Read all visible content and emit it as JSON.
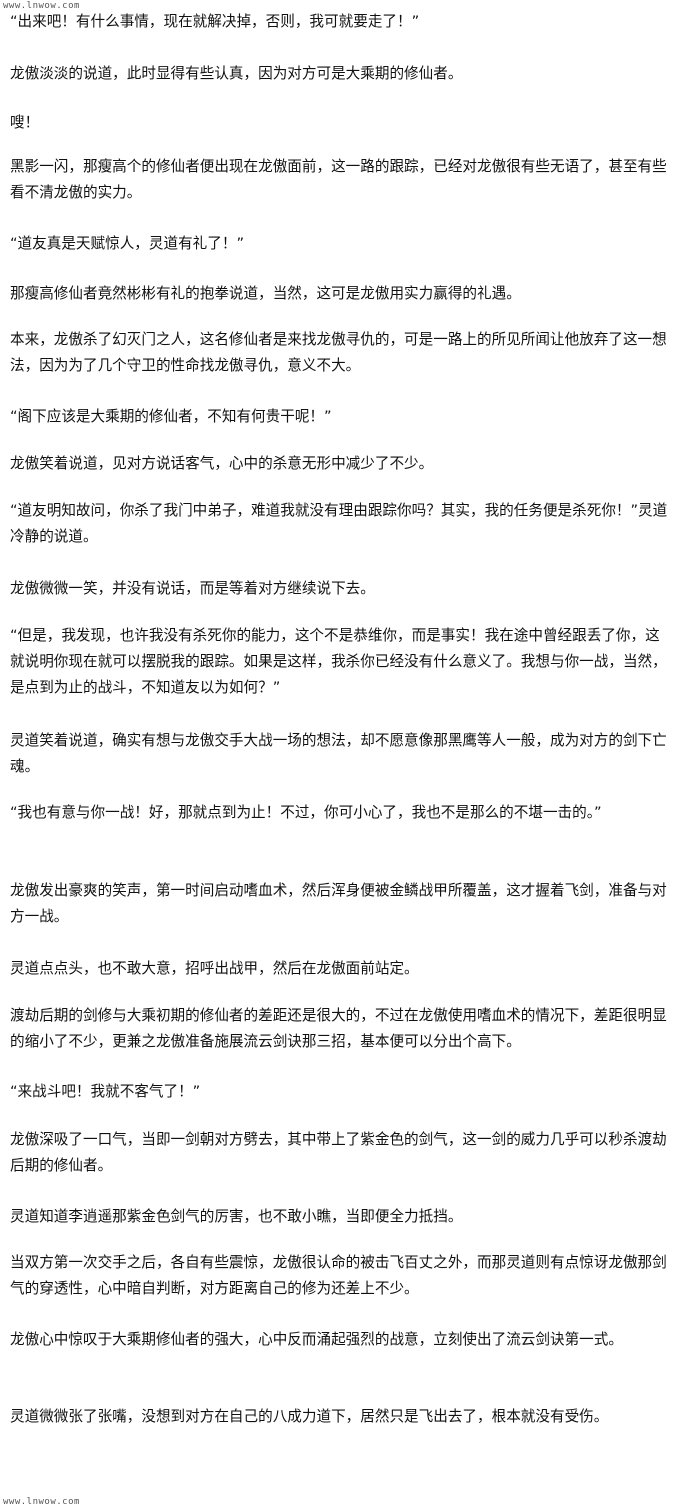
{
  "site": {
    "top_mark": "www.lnwow.com",
    "bottom_mark": "www.lnwow.com"
  },
  "paragraphs": [
    {
      "id": "p1",
      "text": "        “出来吧！有什么事情，现在就解决掉，否则，我可就要走了！”"
    },
    {
      "id": "p2",
      "text": "        龙傲淡淡的说道，此时显得有些认真，因为对方可是大乘期的修仙者。"
    },
    {
      "id": "p3",
      "text": "            嗖！"
    },
    {
      "id": "p4",
      "text": "        黑影一闪，那瘦高个的修仙者便出现在龙傲面前，这一路的跟踪，已经对龙傲很有些无语了，甚至有些看不清龙傲的实力。"
    },
    {
      "id": "p5",
      "text": "        “道友真是天赋惊人，灵道有礼了！”"
    },
    {
      "id": "p6",
      "text": "        那瘦高修仙者竟然彬彬有礼的抱拳说道，当然，这可是龙傲用实力赢得的礼遇。"
    },
    {
      "id": "p7",
      "text": "        本来，龙傲杀了幻灭门之人，这名修仙者是来找龙傲寻仇的，可是一路上的所见所闻让他放弃了这一想法，因为为了几个守卫的性命找龙傲寻仇，意义不大。"
    },
    {
      "id": "p8",
      "text": "        “阁下应该是大乘期的修仙者，不知有何贵干呢！”"
    },
    {
      "id": "p9",
      "text": "        龙傲笑着说道，见对方说话客气，心中的杀意无形中减少了不少。"
    },
    {
      "id": "p10",
      "text": "        “道友明知故问，你杀了我门中弟子，难道我就没有理由跟踪你吗？其实，我的任务便是杀死你！”灵道冷静的说道。"
    },
    {
      "id": "p11",
      "text": "        龙傲微微一笑，并没有说话，而是等着对方继续说下去。"
    },
    {
      "id": "p12",
      "text": "        “但是，我发现，也许我没有杀死你的能力，这个不是恭维你，而是事实！我在途中曾经跟丢了你，这就说明你现在就可以摆脱我的跟踪。如果是这样，我杀你已经没有什么意义了。我想与你一战，当然，是点到为止的战斗，不知道友以为如何？”"
    },
    {
      "id": "p13",
      "text": "        灵道笑着说道，确实有想与龙傲交手大战一场的想法，却不愿意像那黑鹰等人一般，成为对方的剑下亡魂。"
    },
    {
      "id": "p14",
      "text": "        “我也有意与你一战！好，那就点到为止！不过，你可小心了，我也不是那么的不堪一击的。”"
    },
    {
      "id": "p15",
      "text": "        龙傲发出豪爽的笑声，第一时间启动嗜血术，然后浑身便被金鳞战甲所覆盖，这才握着飞剑，准备与对方一战。"
    },
    {
      "id": "p16",
      "text": "            灵道点点头，也不敢大意，招呼出战甲，然后在龙傲面前站定。"
    },
    {
      "id": "p17",
      "text": "        渡劫后期的剑修与大乘初期的修仙者的差距还是很大的，不过在龙傲使用嗜血术的情况下，差距很明显的缩小了不少，更兼之龙傲准备施展流云剑诀那三招，基本便可以分出个高下。"
    },
    {
      "id": "p18",
      "text": "        “来战斗吧！我就不客气了！”"
    },
    {
      "id": "p19",
      "text": "        龙傲深吸了一口气，当即一剑朝对方劈去，其中带上了紫金色的剑气，这一剑的威力几乎可以秒杀渡劫后期的修仙者。"
    },
    {
      "id": "p20",
      "text": "        灵道知道李逍遥那紫金色剑气的厉害，也不敢小瞧，当即便全力抵挡。"
    },
    {
      "id": "p21",
      "text": "        当双方第一次交手之后，各自有些震惊，龙傲很认命的被击飞百丈之外，而那灵道则有点惊讶龙傲那剑气的穿透性，心中暗自判断，对方距离自己的修为还差上不少。"
    },
    {
      "id": "p22",
      "text": "            龙傲心中惊叹于大乘期修仙者的强大，心中反而涌起强烈的战意，立刻使出了流云剑诀第一式。"
    },
    {
      "id": "p23",
      "text": "                灵道微微张了张嘴，没想到对方在自己的八成力道下，居然只是飞出去了，根本就没有受伤。"
    }
  ]
}
